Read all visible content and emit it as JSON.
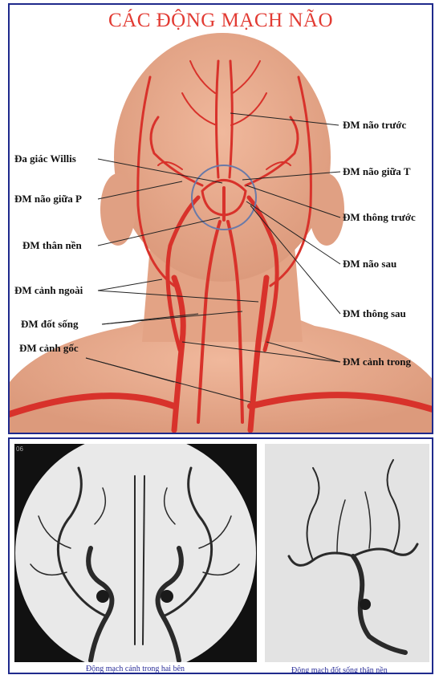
{
  "title": "CÁC ĐỘNG MẠCH NÃO",
  "labels": {
    "anterior_cerebral": "ĐM não trước",
    "circle_of_willis": "Đa giác Willis",
    "middle_cerebral_right": "ĐM não giữa T",
    "middle_cerebral_left": "ĐM não giữa P",
    "anterior_communicating": "ĐM thông trước",
    "basilar": "ĐM thân nền",
    "posterior_cerebral": "ĐM não sau",
    "external_carotid": "ĐM cảnh ngoài",
    "posterior_communicating": "ĐM thông sau",
    "vertebral": "ĐM đốt sống",
    "internal_carotid": "ĐM cảnh trong",
    "common_carotid": "ĐM cảnh gốc"
  },
  "angiograms": {
    "left_caption": "Động mạch cảnh trong hai bên",
    "right_caption": "Động mạch đốt sống thân nền",
    "left_corner_text": "06"
  },
  "colors": {
    "title": "#e23b33",
    "artery": "#d8322b",
    "skin": "#e8a98c",
    "border": "#1f2a8c",
    "caption": "#2b2f9a"
  }
}
